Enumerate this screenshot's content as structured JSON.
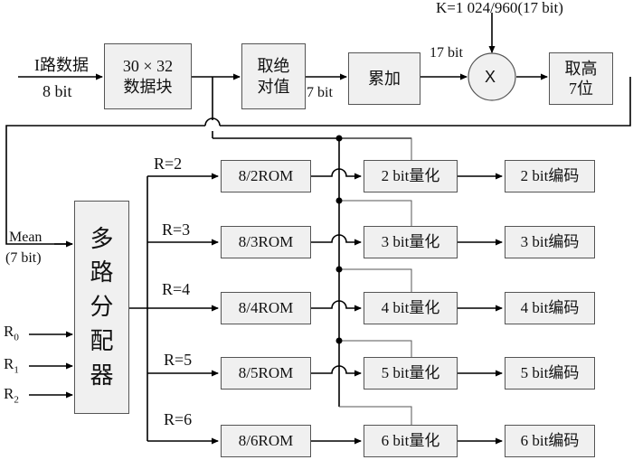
{
  "top": {
    "input_label": "I路数据",
    "input_bits": "8 bit",
    "block": "30 × 32\n数据块",
    "abs": "取绝\n对值",
    "abs_out_bits": "7 bit",
    "accum": "累加",
    "accum_out_bits": "17 bit",
    "k_label": "K=1 024/960(17 bit)",
    "multiplier": "X",
    "top7": "取高\n7位"
  },
  "mux": {
    "mean_label": "Mean",
    "mean_bits": "(7 bit)",
    "chars": [
      "多",
      "路",
      "分",
      "配",
      "器"
    ],
    "r_inputs": [
      {
        "base": "R",
        "sub": "0"
      },
      {
        "base": "R",
        "sub": "1"
      },
      {
        "base": "R",
        "sub": "2"
      }
    ]
  },
  "rows": [
    {
      "r_label": "R=2",
      "rom": "8/2ROM",
      "quant": "2 bit量化",
      "enc": "2 bit编码"
    },
    {
      "r_label": "R=3",
      "rom": "8/3ROM",
      "quant": "3 bit量化",
      "enc": "3 bit编码"
    },
    {
      "r_label": "R=4",
      "rom": "8/4ROM",
      "quant": "4 bit量化",
      "enc": "4 bit编码"
    },
    {
      "r_label": "R=5",
      "rom": "8/5ROM",
      "quant": "5 bit量化",
      "enc": "5 bit编码"
    },
    {
      "r_label": "R=6",
      "rom": "8/6ROM",
      "quant": "6 bit量化",
      "enc": "6 bit编码"
    }
  ]
}
